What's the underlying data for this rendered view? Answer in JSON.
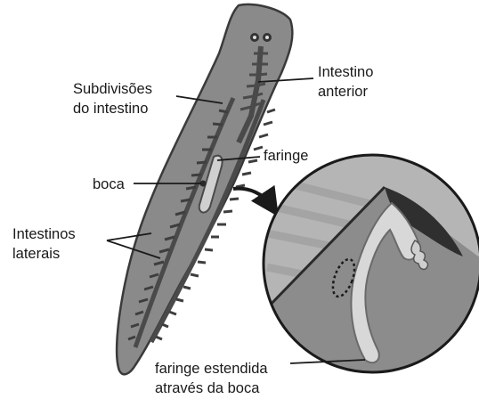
{
  "labels": {
    "subdivisoes_1": "Subdivisões",
    "subdivisoes_2": "do intestino",
    "intestino_anterior_1": "Intestino",
    "intestino_anterior_2": "anterior",
    "faringe": "faringe",
    "boca": "boca",
    "intestinos_laterais_1": "Intestinos",
    "intestinos_laterais_2": "laterais",
    "faringe_estendida_1": "faringe estendida",
    "faringe_estendida_2": "através da boca"
  },
  "colors": {
    "body_fill": "#8a8a8a",
    "body_stroke": "#3a3a3a",
    "gut": "#4a4a4a",
    "pharynx": "#d8d8d8",
    "lens_background": "#bdbdbd",
    "text": "#1a1a1a"
  }
}
